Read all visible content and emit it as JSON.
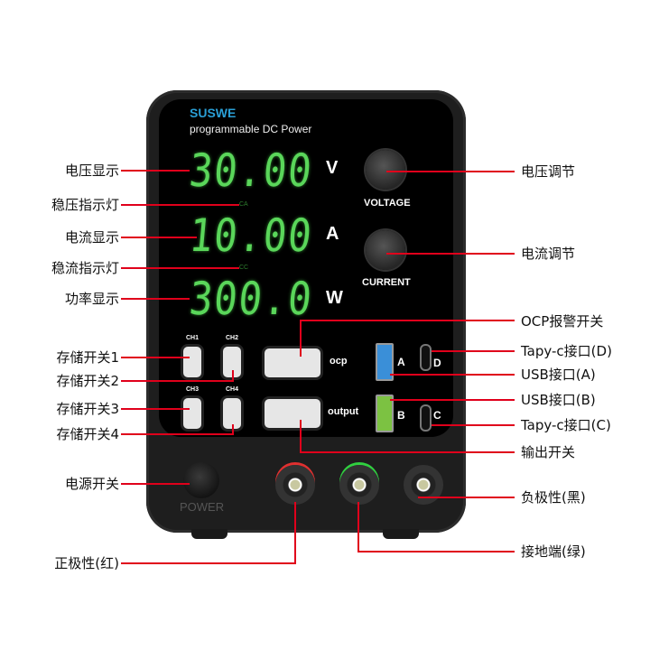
{
  "device": {
    "brand": "SUSWE",
    "subtitle": "programmable DC Power",
    "voltage_display": "30.00",
    "current_display": "10.00",
    "power_display": "300.0",
    "units": {
      "voltage": "V",
      "current": "A",
      "power": "W"
    },
    "cv_indicator": "CA",
    "cc_indicator": "CC",
    "knobs": {
      "voltage": "VOLTAGE",
      "current": "CURRENT"
    },
    "channels": [
      "CH1",
      "CH2",
      "CH3",
      "CH4"
    ],
    "ocp_label": "ocp",
    "output_label": "output",
    "ports": {
      "a": "A",
      "b": "B",
      "c": "C",
      "d": "D"
    },
    "power_label": "POWER"
  },
  "annotations": {
    "left": [
      "电压显示",
      "稳压指示灯",
      "电流显示",
      "稳流指示灯",
      "功率显示",
      "存储开关1",
      "存储开关2",
      "存储开关3",
      "存储开关4",
      "电源开关",
      "正极性(红)"
    ],
    "right": [
      "电压调节",
      "电流调节",
      "OCP报警开关",
      "Tapy-c接口(D)",
      "USB接口(A)",
      "USB接口(B)",
      "Tapy-c接口(C)",
      "输出开关",
      "负极性(黑)",
      "接地端(绿)"
    ]
  },
  "colors": {
    "line": "#e0001b",
    "display": "#5ad65a",
    "brand": "#2a9fd6",
    "usb_a": "#3a8fd8",
    "usb_b": "#7cc242"
  }
}
